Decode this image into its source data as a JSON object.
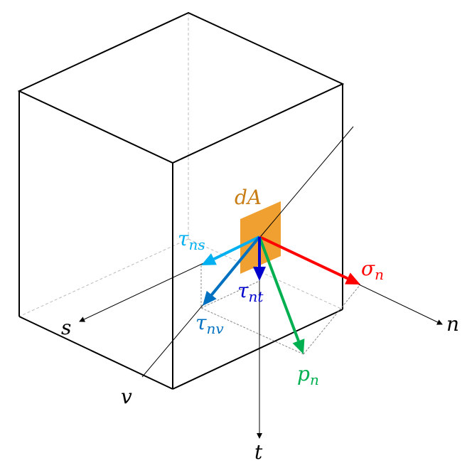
{
  "labels": {
    "dA": "dA",
    "tau_ns": {
      "main": "τ",
      "sub": "ns"
    },
    "tau_nv": {
      "main": "τ",
      "sub": "nv"
    },
    "tau_nt": {
      "main": "τ",
      "sub": "nt"
    },
    "sigma_n": {
      "main": "σ",
      "sub": "n"
    },
    "p_n": {
      "main": "p",
      "sub": "n"
    },
    "axis_s": "s",
    "axis_n": "n",
    "axis_t": "t",
    "axis_v": "v"
  },
  "colors": {
    "tau_ns": "#00b0f0",
    "tau_nv": "#0070c0",
    "tau_nt": "#0000cc",
    "sigma_n": "#ff0000",
    "p_n": "#00b050",
    "dA": "#f0a030",
    "dA_label": "#c87d14"
  }
}
